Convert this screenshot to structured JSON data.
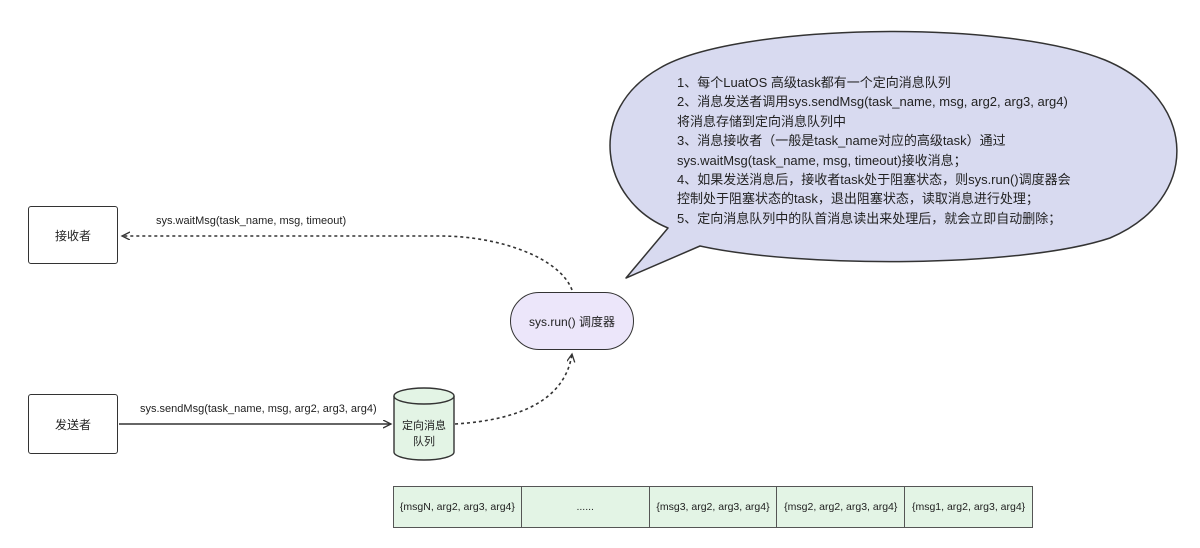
{
  "nodes": {
    "receiver": "接收者",
    "sender": "发送者",
    "scheduler": "sys.run() 调度器",
    "queue_line1": "定向消息",
    "queue_line2": "队列"
  },
  "edges": {
    "wait_msg": "sys.waitMsg(task_name, msg, timeout)",
    "send_msg": "sys.sendMsg(task_name, msg, arg2, arg3, arg4)"
  },
  "bubble": {
    "lines": [
      "1、每个LuatOS 高级task都有一个定向消息队列",
      "2、消息发送者调用sys.sendMsg(task_name, msg, arg2, arg3, arg4)",
      "将消息存储到定向消息队列中",
      "3、消息接收者（一般是task_name对应的高级task）通过",
      "sys.waitMsg(task_name, msg, timeout)接收消息；",
      "4、如果发送消息后，接收者task处于阻塞状态，则sys.run()调度器会",
      "控制处于阻塞状态的task，退出阻塞状态，读取消息进行处理；",
      "5、定向消息队列中的队首消息读出来处理后，就会立即自动删除；"
    ]
  },
  "queue_cells": [
    "{msgN, arg2, arg3, arg4}",
    "......",
    "{msg3, arg2, arg3, arg4}",
    "{msg2, arg2, arg3, arg4}",
    "{msg1, arg2, arg3, arg4}"
  ],
  "colors": {
    "bubble_fill": "#d8daf0",
    "scheduler_fill": "#ece6fa",
    "queue_fill": "#e3f4e5",
    "cylinder_fill": "#e3f4e5",
    "stroke": "#333333"
  }
}
